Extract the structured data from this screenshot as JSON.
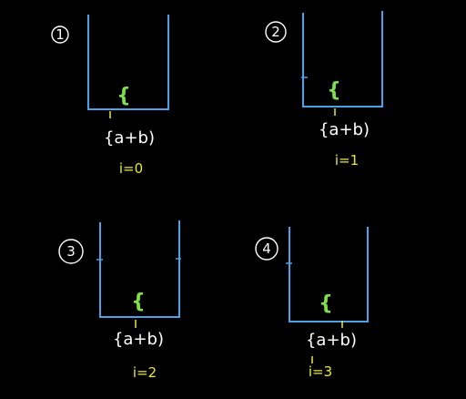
{
  "colors": {
    "background": "#000000",
    "stack": "#4aa3e8",
    "chalk": "#ffffff",
    "brace": "#7ee04a",
    "index": "#e8e83a"
  },
  "panels": [
    {
      "number": "1",
      "brace": "{",
      "expression": "{a+b)",
      "index_label": "i=0"
    },
    {
      "number": "2",
      "brace": "{",
      "expression": "{a+b)",
      "index_label": "i=1"
    },
    {
      "number": "3",
      "brace": "{",
      "expression": "{a+b)",
      "index_label": "i=2"
    },
    {
      "number": "4",
      "brace": "{",
      "expression": "{a+b)",
      "index_label": "i=3"
    }
  ]
}
